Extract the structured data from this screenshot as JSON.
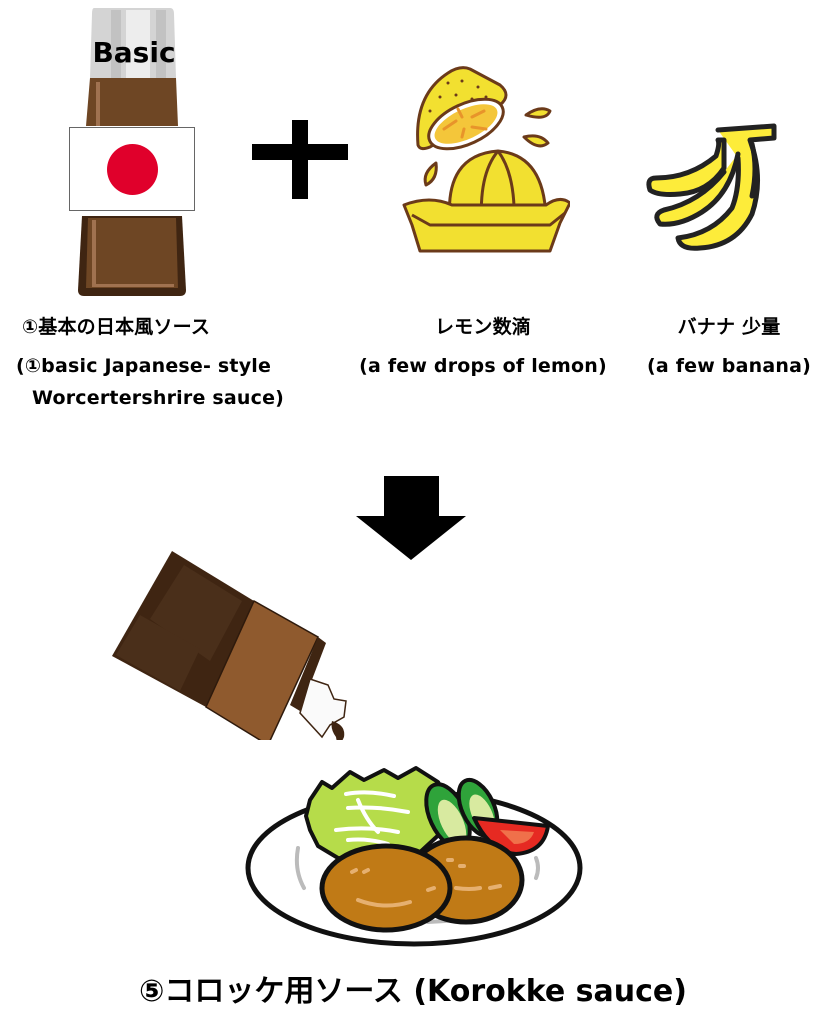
{
  "ingredients": [
    {
      "id": "basic-sauce",
      "bottle_label": "Basic",
      "name_ja": "①基本の日本風ソース",
      "name_en_line1": "(①basic Japanese- style",
      "name_en_line2": "Worcertershrire sauce)",
      "icon": "sauce-bottle-japan-flag-icon"
    },
    {
      "id": "lemon",
      "name_ja": "レモン数滴",
      "name_en": "(a few drops of lemon)",
      "icon": "lemon-squeezer-icon"
    },
    {
      "id": "banana",
      "name_ja": "バナナ 少量",
      "name_en": "(a few banana)",
      "icon": "banana-icon"
    }
  ],
  "operators": {
    "plus": "plus-icon",
    "result_arrow": "arrow-down-icon"
  },
  "result": {
    "title": "⑤コロッケ用ソース (Korokke sauce)",
    "icons": [
      "pouring-sauce-bottle-icon",
      "korokke-plate-icon"
    ]
  },
  "colors": {
    "sauce_brown": "#6e4624",
    "sauce_dark": "#3f2512",
    "flag_red": "#e0002b",
    "lemon_yellow": "#f2e030",
    "banana_yellow": "#fdec3a",
    "korokke_brown": "#c07a16",
    "lettuce_green": "#b6dc4a",
    "tomato_red": "#e62a22",
    "outline": "#3a2a1c"
  }
}
